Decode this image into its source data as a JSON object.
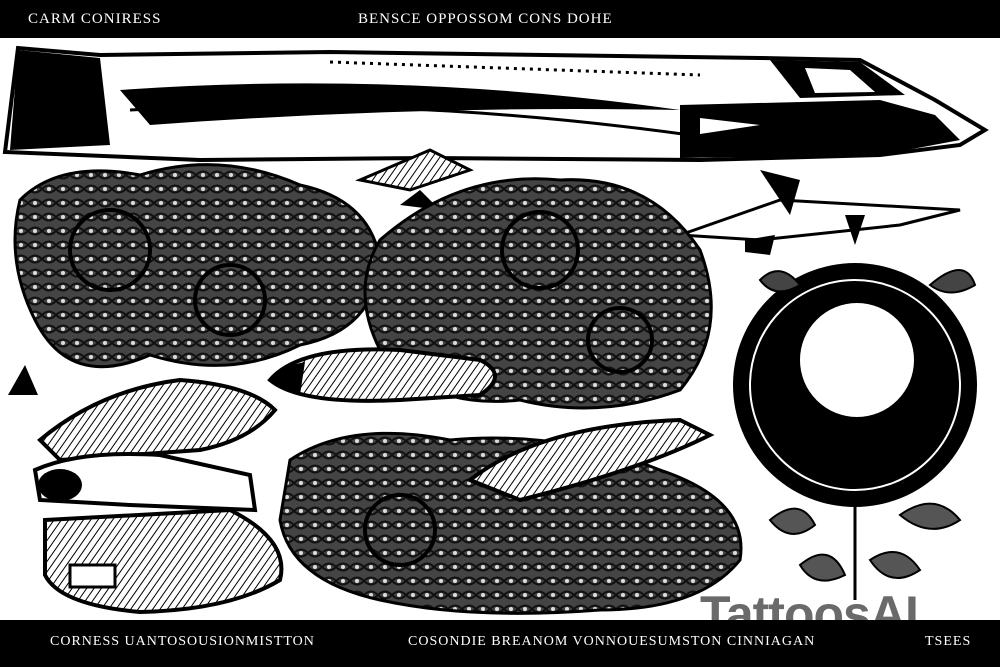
{
  "header": {
    "caption_left": "CARM CONIRESS",
    "caption_right": "BENSCE OPPOSSOM CONS DOHE"
  },
  "footer": {
    "caption_left": "CORNESS UANTOSOUSIONMISTTON",
    "caption_center": "COSONDIE BREANOM VONNOUESUMSTON CINNIAGAN",
    "caption_right": "TSEES"
  },
  "watermark": {
    "text": "TattoosAI"
  },
  "artwork": {
    "style": "black and white tattoo flash sheet",
    "subjects": [
      "supersonic jet airliner",
      "floral clusters",
      "circular badge"
    ],
    "colors": {
      "ink": "#000000",
      "paper": "#ffffff",
      "watermark": "#5a5a5a"
    }
  }
}
